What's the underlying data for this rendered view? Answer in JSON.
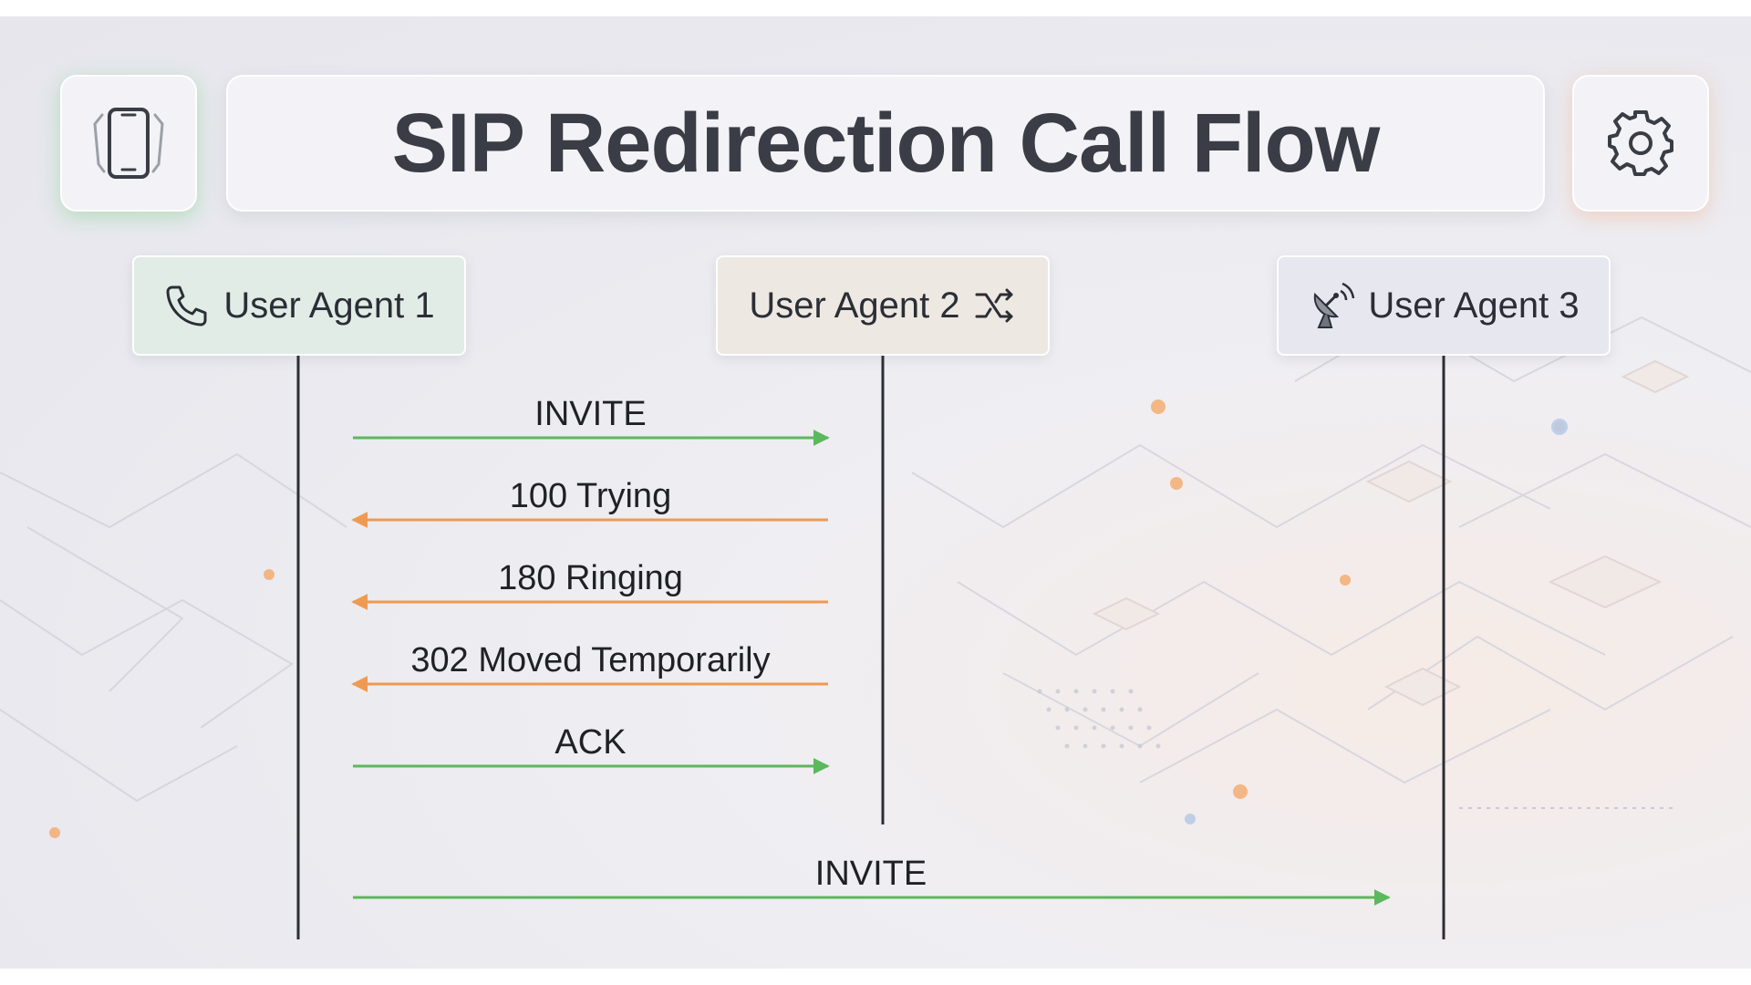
{
  "title": "SIP Redirection Call Flow",
  "header_icons": {
    "left": "smartphone-icon",
    "right": "gear-icon"
  },
  "agents": [
    {
      "label": "User Agent 1",
      "icon": "phone-handset-icon",
      "color": "#e1ece6"
    },
    {
      "label": "User Agent 2",
      "icon": "shuffle-icon",
      "color": "#ede8e2"
    },
    {
      "label": "User Agent 3",
      "icon": "satellite-dish-icon",
      "color": "#e6e7ef"
    }
  ],
  "colors": {
    "request": "#5cb85c",
    "response": "#ee9a52",
    "lifeline": "#2b2e35"
  },
  "messages": [
    {
      "label": "INVITE",
      "from": 0,
      "to": 1,
      "kind": "request"
    },
    {
      "label": "100 Trying",
      "from": 1,
      "to": 0,
      "kind": "response"
    },
    {
      "label": "180 Ringing",
      "from": 1,
      "to": 0,
      "kind": "response"
    },
    {
      "label": "302 Moved Temporarily",
      "from": 1,
      "to": 0,
      "kind": "response"
    },
    {
      "label": "ACK",
      "from": 0,
      "to": 1,
      "kind": "request"
    },
    {
      "label": "INVITE",
      "from": 0,
      "to": 2,
      "kind": "request"
    }
  ]
}
